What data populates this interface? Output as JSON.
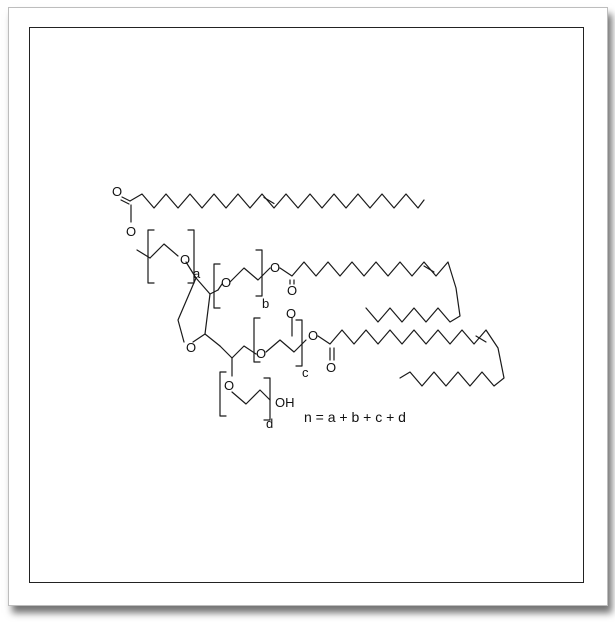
{
  "colors": {
    "bond": "#1a1a1a",
    "frame": "#222222",
    "card_border": "#bdbdbd",
    "background": "#ffffff"
  },
  "atoms": {
    "o_carbonyl_top": "O",
    "o_ester_top": "O",
    "o_chain_a": "O",
    "o_chain_b": "O",
    "o_ester_b": "O",
    "o_carbonyl_b": "O",
    "o_ring": "O",
    "o_chain_c": "O",
    "o_ester_c": "O",
    "o_carbonyl_c": "O",
    "o_chain_d": "O",
    "oh_terminal": "OH"
  },
  "subscripts": {
    "a": "a",
    "b": "b",
    "c": "c",
    "d": "d"
  },
  "formula": "n = a + b + c + d"
}
